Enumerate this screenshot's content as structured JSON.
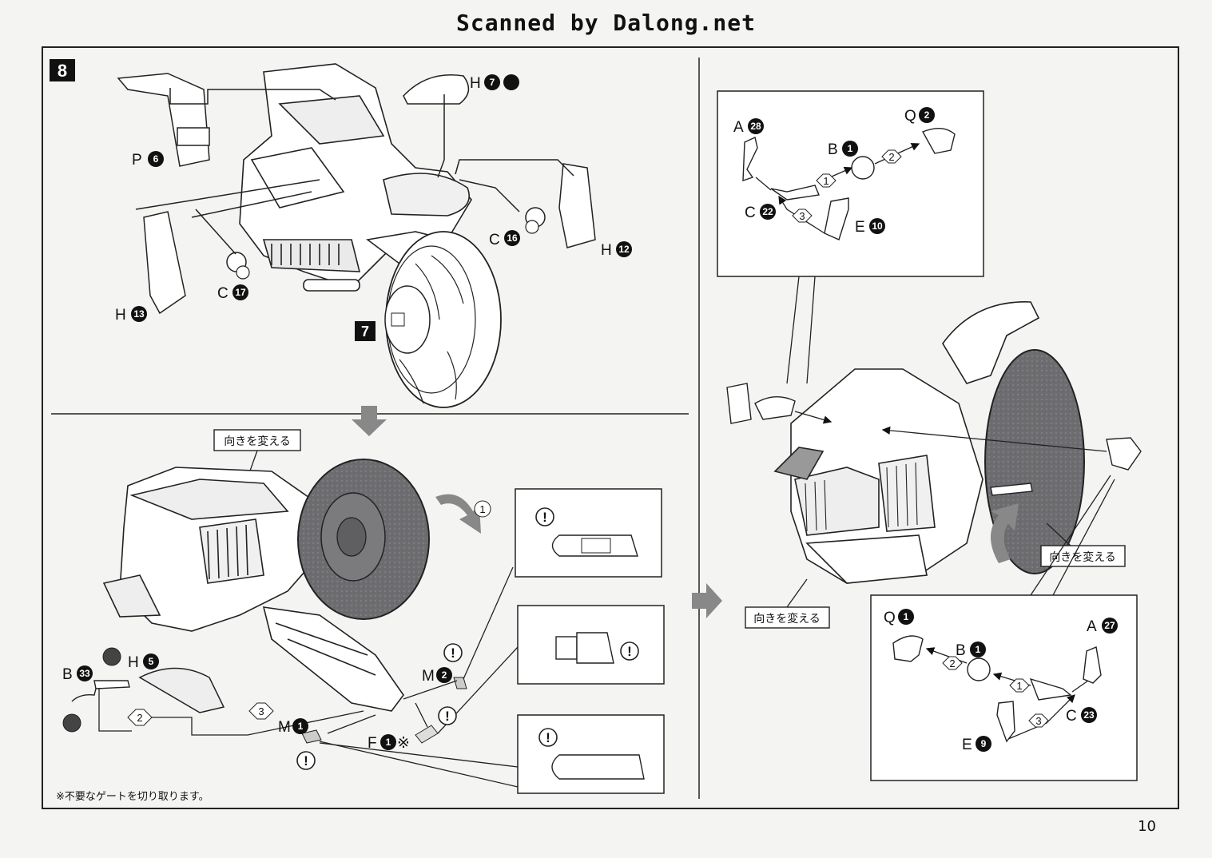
{
  "header": {
    "scan_credit": "Scanned by Dalong.net"
  },
  "page_number": "10",
  "steps": {
    "main": "8",
    "sub": "7"
  },
  "callouts": {
    "change_direction": "向きを変える"
  },
  "note": "※不要なゲートを切り取ります。",
  "parts_top": [
    {
      "code": "P",
      "num": "6"
    },
    {
      "code": "H",
      "num": "7"
    },
    {
      "code": "C",
      "num": "16"
    },
    {
      "code": "H",
      "num": "12"
    },
    {
      "code": "C",
      "num": "17"
    },
    {
      "code": "H",
      "num": "13"
    }
  ],
  "parts_bottom_left": [
    {
      "code": "B",
      "num": "33"
    },
    {
      "code": "H",
      "num": "5"
    },
    {
      "code": "M",
      "num": "2"
    },
    {
      "code": "M",
      "num": "1"
    },
    {
      "code": "F",
      "num": "1",
      "suffix": "※"
    }
  ],
  "parts_right_top": [
    {
      "code": "A",
      "num": "28"
    },
    {
      "code": "Q",
      "num": "2"
    },
    {
      "code": "B",
      "num": "1"
    },
    {
      "code": "C",
      "num": "22"
    },
    {
      "code": "E",
      "num": "10"
    }
  ],
  "parts_right_bottom": [
    {
      "code": "Q",
      "num": "1"
    },
    {
      "code": "B",
      "num": "1"
    },
    {
      "code": "A",
      "num": "27"
    },
    {
      "code": "C",
      "num": "23"
    },
    {
      "code": "E",
      "num": "9"
    }
  ],
  "order_marks": [
    "1",
    "2",
    "3"
  ],
  "caution_mark": "!",
  "icons": [
    "rotate-arrow-icon",
    "down-arrow-icon",
    "right-arrow-icon",
    "caution-icon",
    "gate-cut-icon"
  ]
}
